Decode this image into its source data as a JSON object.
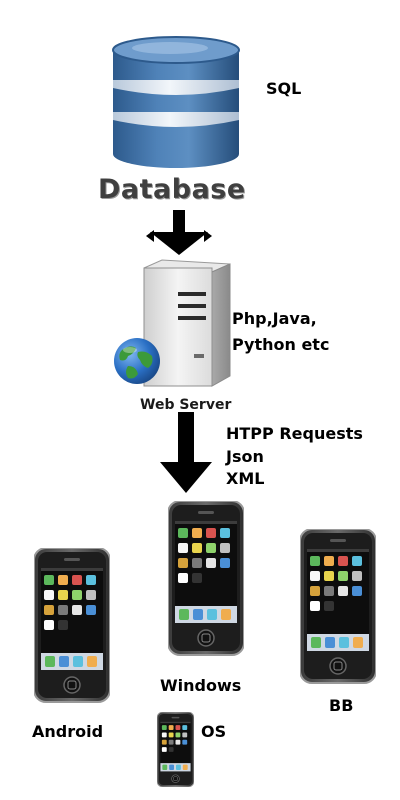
{
  "database": {
    "label": "Database",
    "tech": "SQL"
  },
  "server": {
    "label": "Web Server",
    "tech_line1": "Php,Java,",
    "tech_line2": "Python etc"
  },
  "transport": {
    "line1": "HTPP Requests",
    "line2": "Json",
    "line3": "XML"
  },
  "clients": {
    "windows": "Windows",
    "bb": "BB",
    "android": "Android",
    "os": "OS"
  },
  "icons": {
    "database": "database-cylinder-icon",
    "server": "server-tower-icon",
    "globe": "globe-icon",
    "phone": "smartphone-icon",
    "arrow": "arrow-down-icon"
  },
  "colors": {
    "db_blue": "#3f6fa3",
    "db_band": "#d8e3ee",
    "server_body": "#e6e6e6",
    "globe_blue": "#2a6fc4",
    "globe_green": "#3c9a3a",
    "arrow": "#000000"
  }
}
